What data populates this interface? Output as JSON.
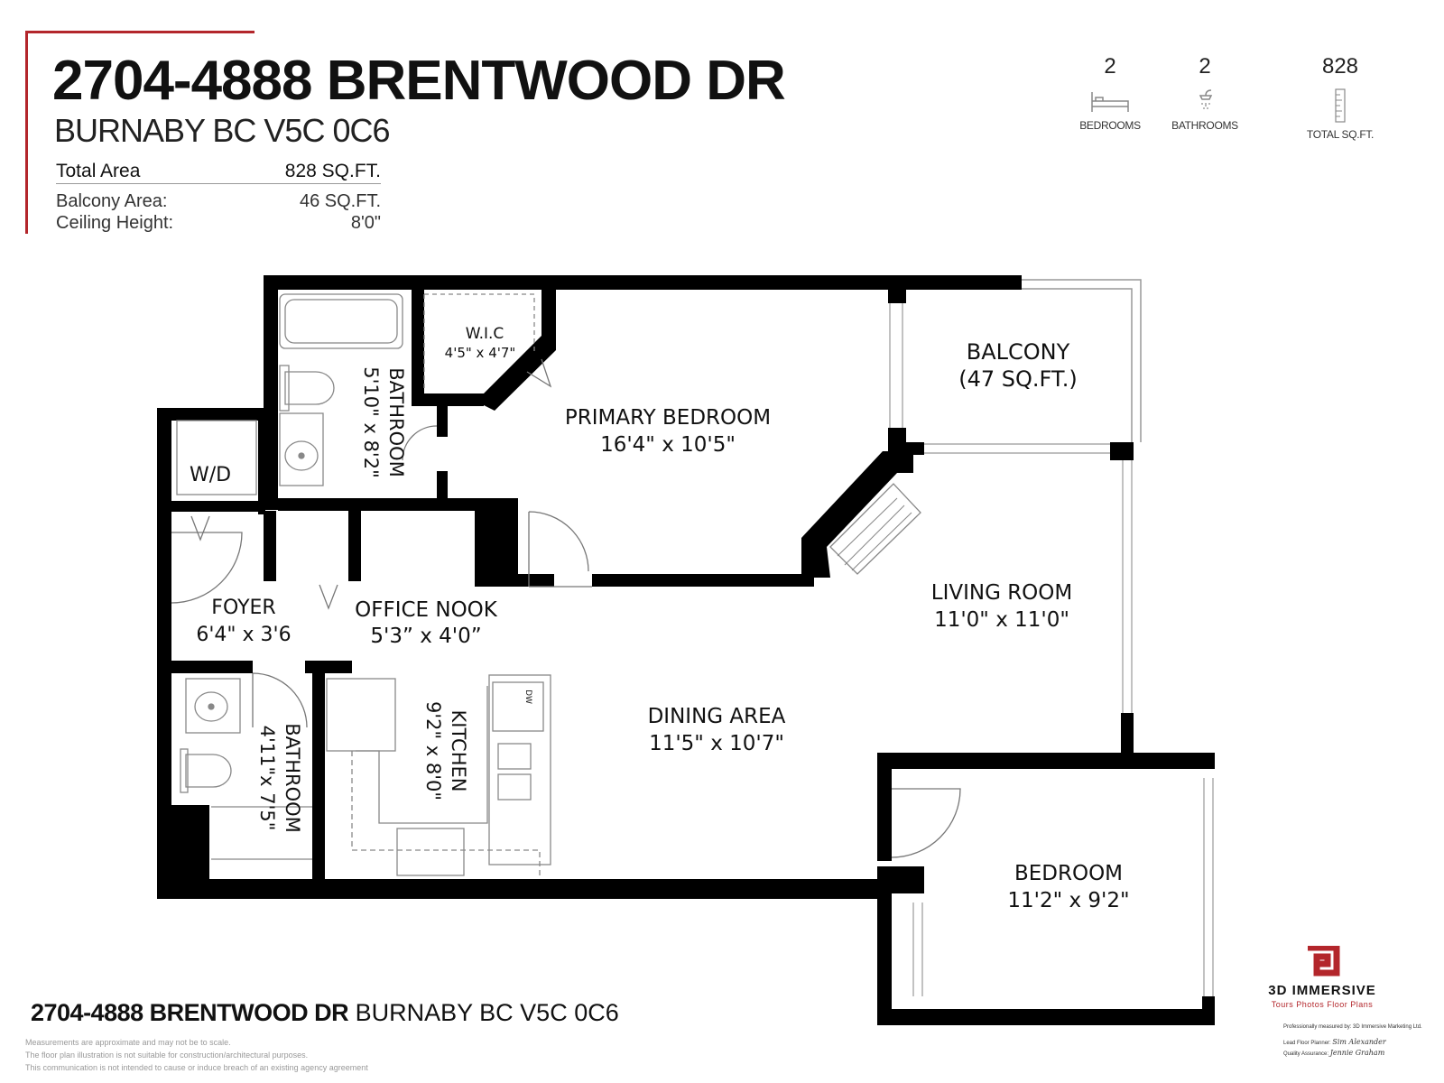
{
  "header": {
    "address": "2704-4888 BRENTWOOD DR",
    "city": "BURNABY BC V5C 0C6",
    "total_area_label": "Total Area",
    "total_area_value": "828 SQ.FT.",
    "balcony_area_label": "Balcony Area:",
    "balcony_area_value": "46 SQ.FT.",
    "ceiling_height_label": "Ceiling Height:",
    "ceiling_height_value": "8'0\""
  },
  "stats": {
    "bedrooms": {
      "value": "2",
      "label": "BEDROOMS",
      "icon": "bed-icon"
    },
    "bathrooms": {
      "value": "2",
      "label": "BATHROOMS",
      "icon": "shower-icon"
    },
    "sqft": {
      "value": "828",
      "label": "TOTAL SQ.FT.",
      "icon": "ruler-icon"
    }
  },
  "rooms": {
    "wic_name": "W.I.C",
    "wic_dims": "4'5\" x 4'7\"",
    "primary_bedroom_name": "PRIMARY BEDROOM",
    "primary_bedroom_dims": "16'4\" x 10'5\"",
    "balcony_name": "BALCONY",
    "balcony_area": "(47 SQ.FT.)",
    "bathroom1_name": "BATHROOM",
    "bathroom1_dims": "5'10\" x 8'2\"",
    "wd": "W/D",
    "foyer_name": "FOYER",
    "foyer_dims": "6'4\" x 3'6",
    "office_name": "OFFICE NOOK",
    "office_dims": "5'3” x 4'0”",
    "living_name": "LIVING ROOM",
    "living_dims": "11'0\" x 11'0\"",
    "dining_name": "DINING AREA",
    "dining_dims": "11'5\" x 10'7\"",
    "kitchen_name": "KITCHEN",
    "kitchen_dims": "9'2\" x 8'0\"",
    "dw": "DW",
    "bathroom2_name": "BATHROOM",
    "bathroom2_dims": "4'11\"x 7'5\"",
    "bedroom_name": "BEDROOM",
    "bedroom_dims": "11'2\" x 9'2\""
  },
  "footer": {
    "address": "2704-4888 BRENTWOOD DR",
    "city": "BURNABY BC V5C 0C6",
    "disclaimer_1": "Measurements are approximate and may not be to scale.",
    "disclaimer_2": "The floor plan illustration is not suitable for construction/architectural purposes.",
    "disclaimer_3": "This communication is not intended to cause or induce breach of an existing agency agreement"
  },
  "logo": {
    "brand": "3D IMMERSIVE",
    "tagline": "Tours  Photos  Floor Plans",
    "measured_by": "Professionally measured by: 3D Immersive Marketing Ltd.",
    "lead_planner_label": "Lead Floor Planner:",
    "lead_planner_name": "Sim Alexander",
    "qa_label": "Quality Assurance:",
    "qa_name": "Jennie Graham"
  },
  "colors": {
    "accent": "#b3262b",
    "wall": "#000000",
    "fixture_line": "#888888"
  }
}
